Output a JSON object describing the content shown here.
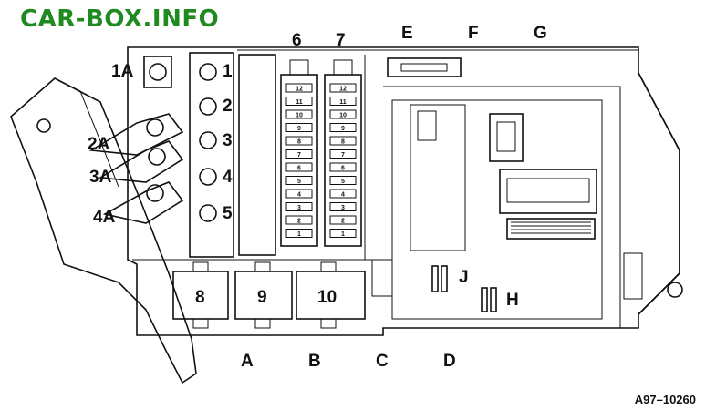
{
  "watermark": {
    "text": "CAR-BOX.INFO",
    "color": "#1f8a1f"
  },
  "figure_ref": "A97–10260",
  "bolt_labels": [
    "1A",
    "2A",
    "3A",
    "4A"
  ],
  "terminal_labels": [
    "1",
    "2",
    "3",
    "4",
    "5"
  ],
  "fuse_column_labels": [
    "6",
    "7"
  ],
  "fuse_numbers": [
    "12",
    "11",
    "10",
    "9",
    "8",
    "7",
    "6",
    "5",
    "4",
    "3",
    "2",
    "1"
  ],
  "relay_labels": [
    "8",
    "9",
    "10"
  ],
  "connector_labels_top": [
    "E",
    "F",
    "G"
  ],
  "connector_labels_bottom": [
    "A",
    "B",
    "C",
    "D"
  ],
  "right_labels": [
    "J",
    "H"
  ]
}
